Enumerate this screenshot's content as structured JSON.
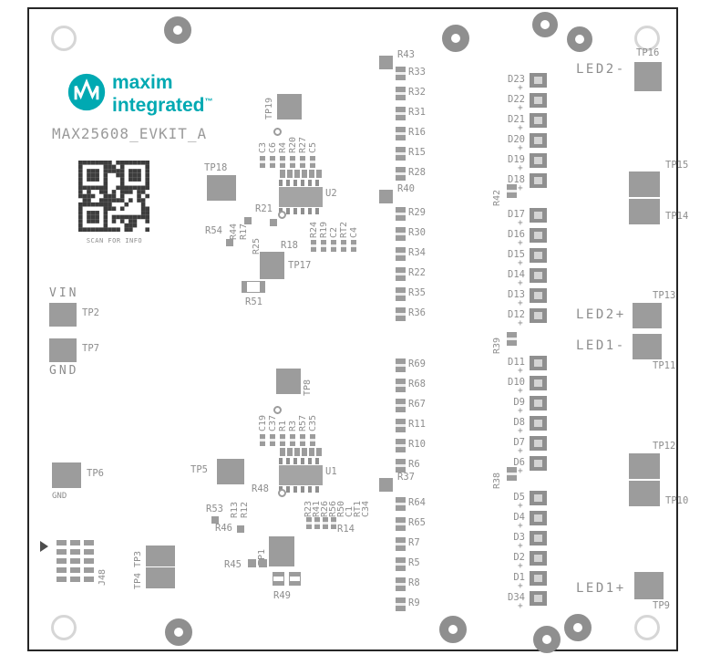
{
  "board": {
    "title": "MAX25608_EVKIT_A",
    "logo": {
      "word1": "maxim",
      "word2": "integrated",
      "trademark": "™"
    },
    "qr_caption": "SCAN FOR INFO",
    "colors": {
      "brand_teal": "#00A9B2",
      "silkscreen_gray": "#8D8D8D",
      "pad_gray": "#9C9C9C",
      "outline_black": "#262626"
    }
  },
  "left_region": {
    "vin_label": "VIN",
    "gnd_label": "GND",
    "gnd_small_label": "GND",
    "tp2_label": "TP2",
    "tp7_label": "TP7",
    "tp6_label": "TP6",
    "j48_label": "J48",
    "tp3_label": "TP3",
    "tp4_label": "TP4"
  },
  "right_region": {
    "led2_minus_label": "LED2-",
    "led2_plus_label": "LED2+",
    "led1_minus_label": "LED1-",
    "led1_plus_label": "LED1+",
    "tp16_label": "TP16",
    "tp15_label": "TP15",
    "tp14_label": "TP14",
    "tp13_label": "TP13",
    "tp11_label": "TP11",
    "tp12_label": "TP12",
    "tp10_label": "TP10",
    "tp9_label": "TP9"
  },
  "u2_cluster": {
    "ic_label": "U2",
    "tp19_label": "TP19",
    "tp18_label": "TP18",
    "tp17_label": "TP17",
    "top_component_labels": [
      "C3",
      "C6",
      "R4",
      "R20",
      "R27",
      "C5"
    ],
    "r21_label": "R21",
    "r54_label": "R54",
    "r44_label": "R44",
    "r17_label": "R17",
    "r25_label": "R25",
    "r18_label": "R18",
    "right_component_labels": [
      "R24",
      "R19",
      "C2",
      "RT2",
      "C4"
    ],
    "r51_label": "R51"
  },
  "u1_cluster": {
    "ic_label": "U1",
    "tp8_label": "TP8",
    "tp5_label": "TP5",
    "tp1_label": "TP1",
    "top_component_labels": [
      "C19",
      "C37",
      "R1",
      "R3",
      "R57",
      "C35"
    ],
    "r48_label": "R48",
    "r53_label": "R53",
    "r13_label": "R13",
    "r12_label": "R12",
    "r46_label": "R46",
    "right_component_labels": [
      "R23",
      "R41",
      "R26",
      "R56",
      "R50",
      "C1",
      "RT1",
      "C34"
    ],
    "r14_label": "R14",
    "r45_label": "R45",
    "r49_label": "R49"
  },
  "resistor_column": {
    "groups": [
      {
        "header": "R43",
        "items": [
          "R33",
          "R32",
          "R31",
          "R16",
          "R15",
          "R28"
        ]
      },
      {
        "header": "R40",
        "items": [
          "R29",
          "R30",
          "R34",
          "R22",
          "R35",
          "R36"
        ]
      },
      {
        "header": null,
        "items": [
          "R69",
          "R68",
          "R67",
          "R11",
          "R10",
          "R6"
        ]
      },
      {
        "header": "R37",
        "items": [
          "R64",
          "R65",
          "R7",
          "R5",
          "R8",
          "R9"
        ]
      }
    ]
  },
  "diode_column": {
    "polarity_mark": "+",
    "groups": [
      {
        "items": [
          "D23",
          "D22",
          "D21",
          "D20",
          "D19",
          "D18"
        ],
        "series_resistor": "R42"
      },
      {
        "items": [
          "D17",
          "D16",
          "D15",
          "D14",
          "D13",
          "D12"
        ],
        "series_resistor": "R39"
      },
      {
        "items": [
          "D11",
          "D10",
          "D9",
          "D8",
          "D7",
          "D6"
        ],
        "series_resistor": "R38"
      },
      {
        "items": [
          "D5",
          "D4",
          "D3",
          "D2",
          "D1",
          "D34"
        ],
        "series_resistor": null
      }
    ]
  }
}
